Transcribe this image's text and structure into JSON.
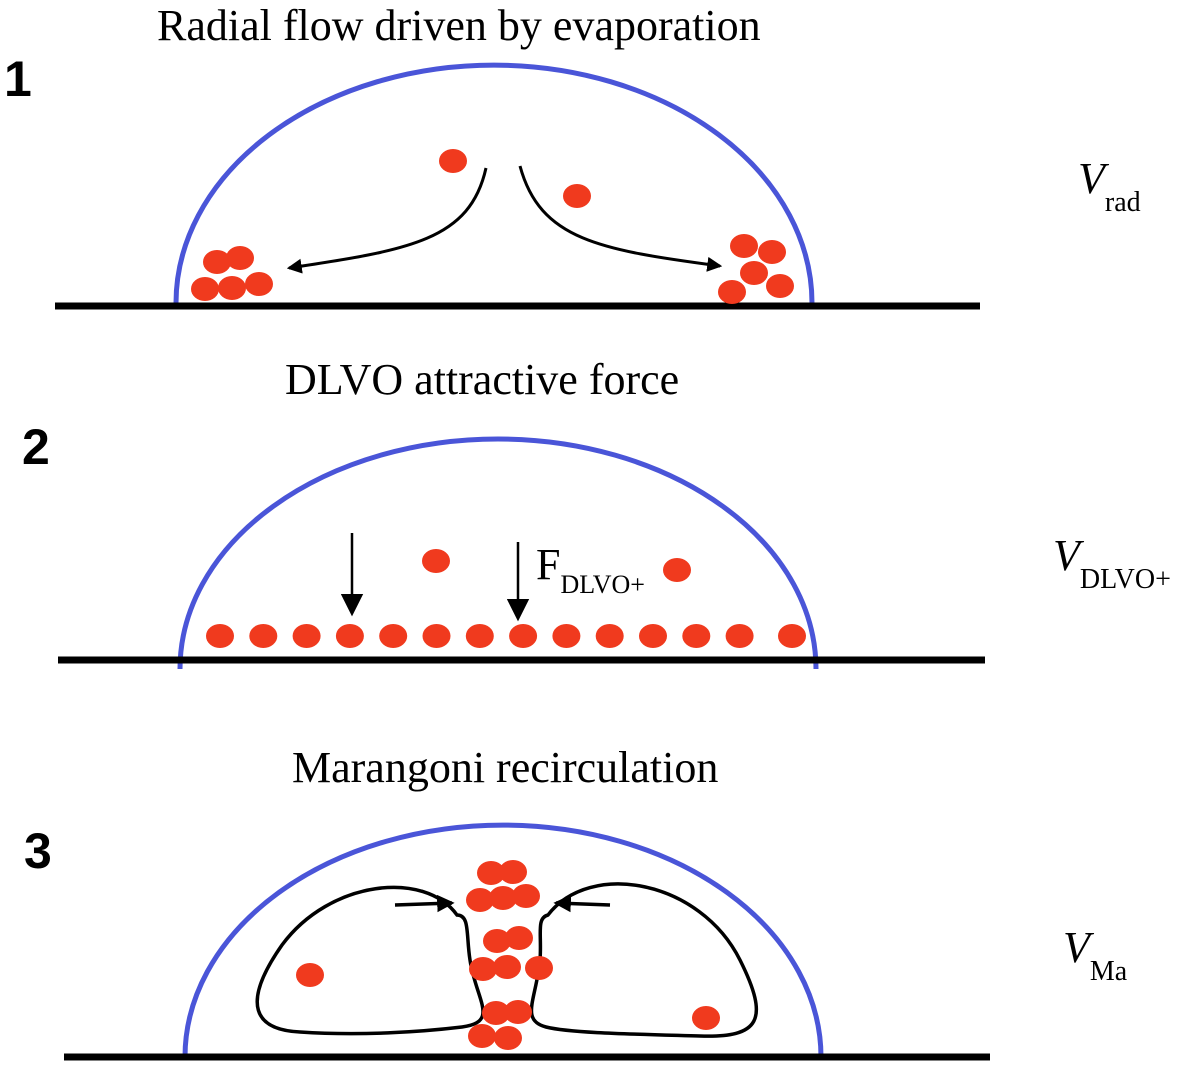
{
  "panels": [
    {
      "number": "1",
      "title": "Radial flow driven by evaporation",
      "velocity_symbol": "V",
      "velocity_subscript": "rad"
    },
    {
      "number": "2",
      "title": "DLVO attractive force",
      "velocity_symbol": "V",
      "velocity_subscript": "DLVO+",
      "force_label": "F",
      "force_subscript": "DLVO+"
    },
    {
      "number": "3",
      "title": "Marangoni recirculation",
      "velocity_symbol": "V",
      "velocity_subscript": "Ma"
    }
  ],
  "colors": {
    "droplet_outline": "#4a55d8",
    "particle": "#f03a1e",
    "substrate": "#000000",
    "arrow": "#000000"
  }
}
